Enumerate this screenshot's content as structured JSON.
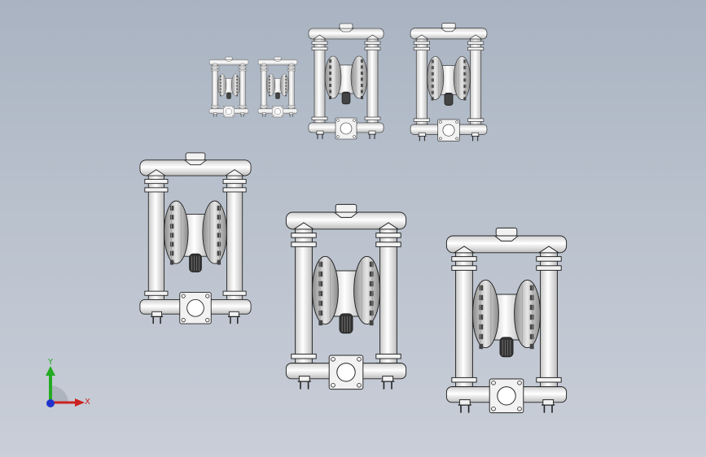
{
  "viewport": {
    "background_top": "#a9b3c1",
    "background_bottom": "#c9ced8"
  },
  "model": {
    "pump_count": 7,
    "part_fill": "#f2f2f2",
    "edge_color": "#222222",
    "shade_color": "#9a9a9a"
  },
  "triad": {
    "x_label": "X",
    "y_label": "Y",
    "x_color": "#cc2222",
    "y_color": "#22aa22",
    "z_color": "#2233cc"
  }
}
